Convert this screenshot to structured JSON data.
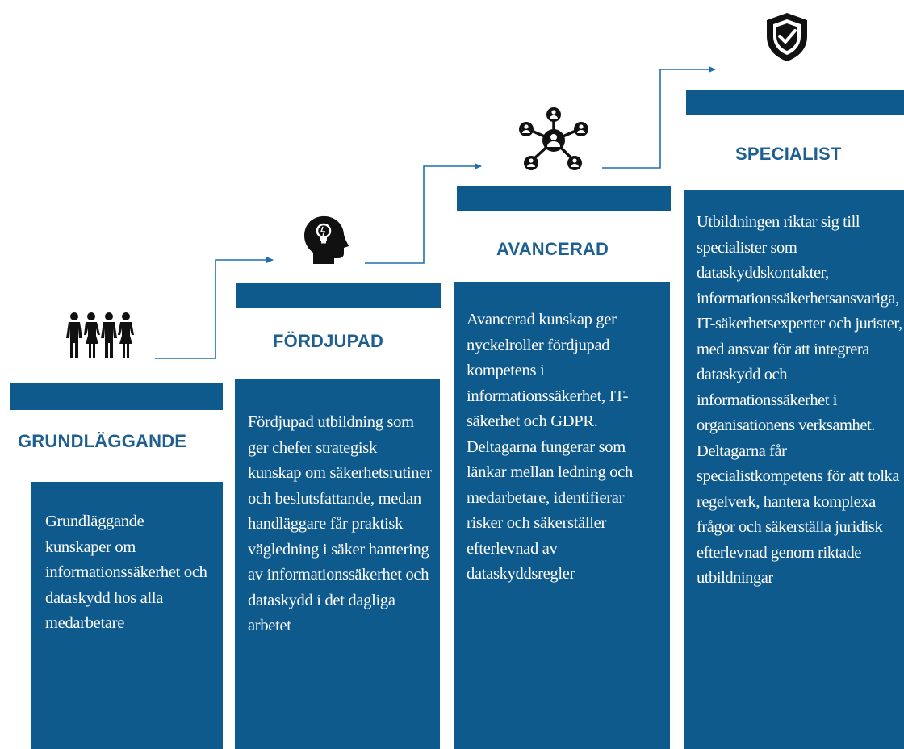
{
  "colors": {
    "accent": "#0f5a8c",
    "title": "#1d5f8f",
    "icon": "#111111"
  },
  "steps": [
    {
      "title": "GRUNDLÄGGANDE",
      "icon": "people-group-icon",
      "text": "Grundläggande kunskaper om informationssäkerhet och dataskydd hos alla medarbetare"
    },
    {
      "title": "FÖRDJUPAD",
      "icon": "head-lightbulb-icon",
      "text": "Fördjupad utbildning som ger chefer strategisk kunskap om säkerhetsrutiner och beslutsfattande, medan handläggare får praktisk vägledning i säker hantering av informationssäkerhet och dataskydd i det dagliga arbetet"
    },
    {
      "title": "AVANCERAD",
      "icon": "network-people-icon",
      "text": "Avancerad kunskap ger nyckelroller fördjupad kompetens i informationssäkerhet, IT-säkerhet och GDPR. Deltagarna fungerar som länkar mellan ledning och medarbetare, identifierar risker och säkerställer efterlevnad av dataskyddsregler"
    },
    {
      "title": "SPECIALIST",
      "icon": "shield-check-icon",
      "text": "Utbildningen riktar sig till specialister som dataskyddskontakter, informationssäkerhetsansvariga, IT-säkerhetsexperter och jurister, med ansvar för att integrera dataskydd och informationssäkerhet i organisationens verksamhet. Deltagarna får specialistkompetens för att tolka regelverk, hantera komplexa frågor och säkerställa juridisk efterlevnad genom riktade utbildningar"
    }
  ]
}
